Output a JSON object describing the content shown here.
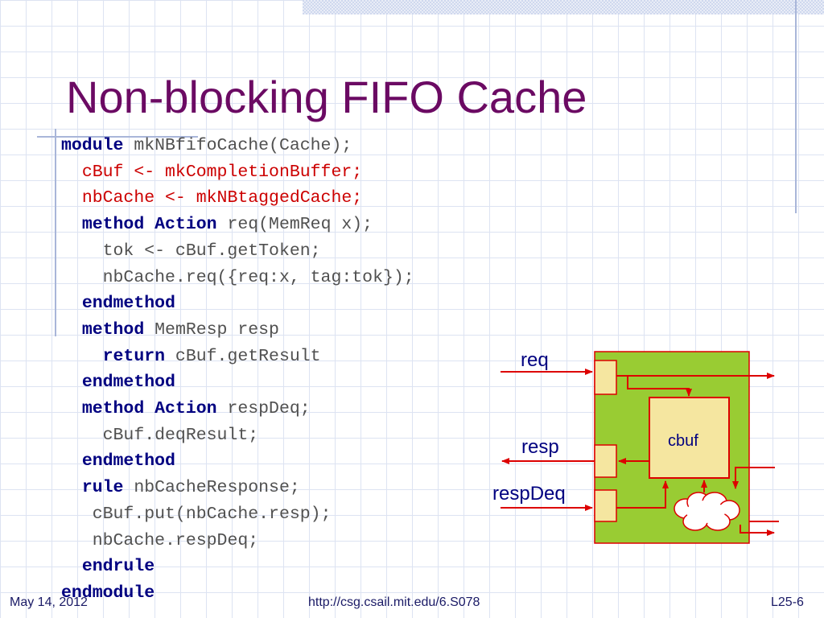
{
  "slide": {
    "title": "Non-blocking FIFO Cache",
    "colors": {
      "title": "#6b0a63",
      "keyword": "#000080",
      "code": "#505050",
      "highlight": "#cc0000",
      "diagram_bg": "#99cc33",
      "port": "#f5e6a0"
    }
  },
  "code_lines": [
    {
      "indent": "",
      "segments": [
        {
          "text": "module",
          "kind": "kw"
        },
        {
          "text": " mkNBfifoCache(Cache);",
          "kind": "tx"
        }
      ]
    },
    {
      "indent": "  ",
      "segments": [
        {
          "text": "cBuf <- mkCompletionBuffer;",
          "kind": "red"
        }
      ]
    },
    {
      "indent": "  ",
      "segments": [
        {
          "text": "nbCache <- mkNBtaggedCache;",
          "kind": "red"
        }
      ]
    },
    {
      "indent": "  ",
      "segments": [
        {
          "text": "method Action",
          "kind": "kw"
        },
        {
          "text": " req(MemReq x);",
          "kind": "tx"
        }
      ]
    },
    {
      "indent": "    ",
      "segments": [
        {
          "text": "tok <- cBuf.getToken;",
          "kind": "tx"
        }
      ]
    },
    {
      "indent": "    ",
      "segments": [
        {
          "text": "nbCache.req({req:x, tag:tok});",
          "kind": "tx"
        }
      ]
    },
    {
      "indent": "  ",
      "segments": [
        {
          "text": "endmethod",
          "kind": "kw"
        }
      ]
    },
    {
      "indent": "  ",
      "segments": [
        {
          "text": "method",
          "kind": "kw"
        },
        {
          "text": " MemResp resp",
          "kind": "tx"
        }
      ]
    },
    {
      "indent": "    ",
      "segments": [
        {
          "text": "return",
          "kind": "kw"
        },
        {
          "text": " cBuf.getResult",
          "kind": "tx"
        }
      ]
    },
    {
      "indent": "  ",
      "segments": [
        {
          "text": "endmethod",
          "kind": "kw"
        }
      ]
    },
    {
      "indent": "  ",
      "segments": [
        {
          "text": "method Action",
          "kind": "kw"
        },
        {
          "text": " respDeq;",
          "kind": "tx"
        }
      ]
    },
    {
      "indent": "    ",
      "segments": [
        {
          "text": "cBuf.deqResult;",
          "kind": "tx"
        }
      ]
    },
    {
      "indent": "  ",
      "segments": [
        {
          "text": "endmethod",
          "kind": "kw"
        }
      ]
    },
    {
      "indent": "  ",
      "segments": [
        {
          "text": "rule",
          "kind": "kw"
        },
        {
          "text": " nbCacheResponse;",
          "kind": "tx"
        }
      ]
    },
    {
      "indent": "   ",
      "segments": [
        {
          "text": "cBuf.put(nbCache.resp);",
          "kind": "tx"
        }
      ]
    },
    {
      "indent": "   ",
      "segments": [
        {
          "text": "nbCache.respDeq;",
          "kind": "tx"
        }
      ]
    },
    {
      "indent": "  ",
      "segments": [
        {
          "text": "endrule",
          "kind": "kw"
        }
      ]
    },
    {
      "indent": "",
      "segments": [
        {
          "text": "endmodule",
          "kind": "kw"
        }
      ]
    }
  ],
  "diagram": {
    "labels": {
      "req": "req",
      "resp": "resp",
      "respDeq": "respDeq",
      "cbuf": "cbuf"
    }
  },
  "footer": {
    "date": "May 14, 2012",
    "url": "http://csg.csail.mit.edu/6.S078",
    "slide_number": "L25-6"
  }
}
